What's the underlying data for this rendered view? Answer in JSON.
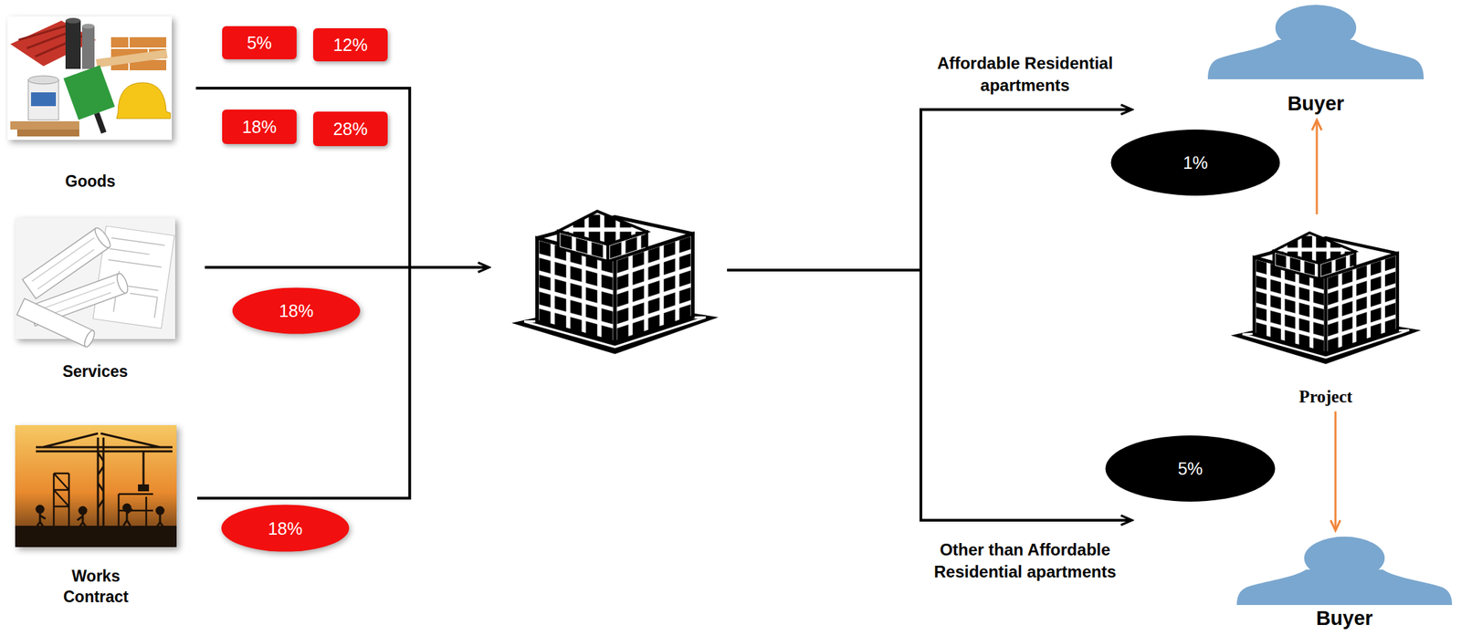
{
  "diagram": {
    "nodes": [
      {
        "text": [
          "Goods"
        ]
      },
      {
        "text": [
          "5%"
        ]
      },
      {
        "text": [
          "12%"
        ]
      },
      {
        "text": [
          "18%"
        ]
      },
      {
        "text": [
          "28%"
        ]
      },
      {
        "text": [
          "Services"
        ]
      },
      {
        "text": [
          "18%"
        ]
      },
      {
        "text": [
          "Works Contract"
        ]
      },
      {
        "text": [
          "18%"
        ]
      },
      {
        "text": [
          "Buyer"
        ]
      },
      {
        "text": [
          "1%"
        ]
      },
      {
        "text": [
          "Project"
        ]
      },
      {
        "text": [
          "5%"
        ]
      },
      {
        "text": [
          "Buyer"
        ]
      }
    ],
    "edges": [
      {
        "from": 11,
        "to": 9,
        "arrow": "to"
      },
      {
        "from": 11,
        "to": 13,
        "arrow": "to"
      }
    ],
    "labels": [
      "Affordable Residential apartments",
      "Other than Affordable Residential apartments"
    ]
  }
}
